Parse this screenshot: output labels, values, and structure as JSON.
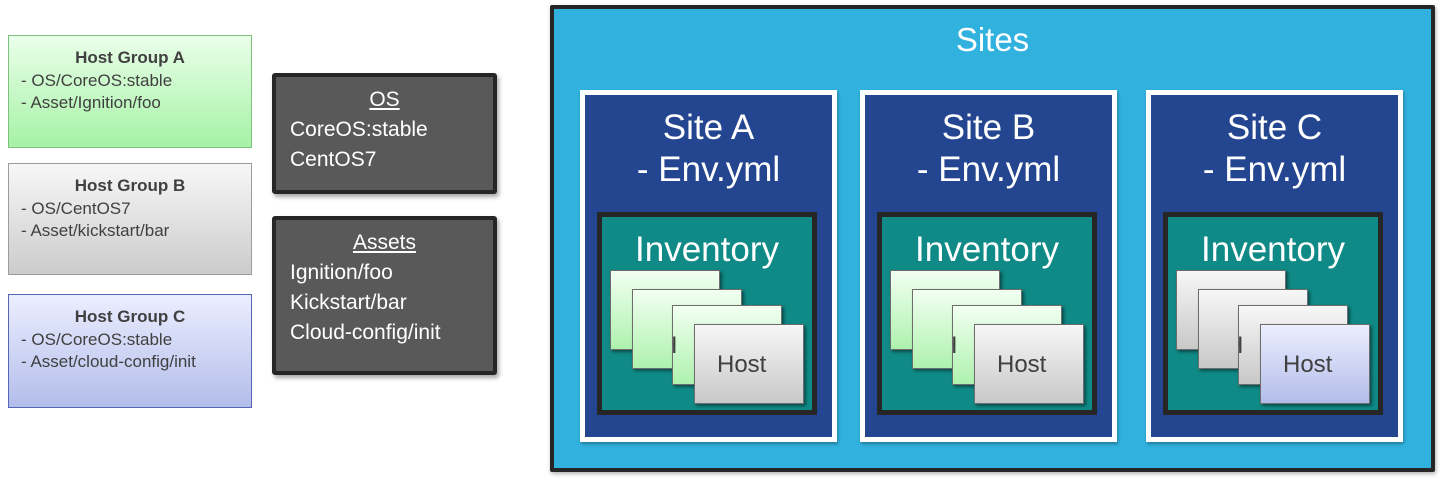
{
  "host_groups": [
    {
      "title": "Host Group A",
      "lines": [
        "- OS/CoreOS:stable",
        "- Asset/Ignition/foo"
      ]
    },
    {
      "title": "Host Group B",
      "lines": [
        "- OS/CentOS7",
        "- Asset/kickstart/bar"
      ]
    },
    {
      "title": "Host Group C",
      "lines": [
        "- OS/CoreOS:stable",
        "- Asset/cloud-config/init"
      ]
    }
  ],
  "os_box": {
    "header": "OS",
    "items": [
      "CoreOS:stable",
      "CentOS7"
    ]
  },
  "assets_box": {
    "header": "Assets",
    "items": [
      "Ignition/foo",
      "Kickstart/bar",
      "Cloud-config/init"
    ]
  },
  "sites": {
    "title": "Sites",
    "items": [
      {
        "name": "Site A",
        "env": "- Env.yml",
        "inventory": "Inventory",
        "host_label": "Host",
        "host_partial": "H",
        "host_color": "green"
      },
      {
        "name": "Site B",
        "env": "- Env.yml",
        "inventory": "Inventory",
        "host_label": "Host",
        "host_partial": "H",
        "host_color": "green"
      },
      {
        "name": "Site C",
        "env": "- Env.yml",
        "inventory": "Inventory",
        "host_label": "Host",
        "host_partial": "H",
        "host_color": "gray-and-blue"
      }
    ]
  },
  "colors": {
    "sites_bg": "#31b1de",
    "site_bg": "#24458f",
    "inventory_bg": "#0f8a86",
    "dark_box": "#595959",
    "host_green": "#aef2ae",
    "host_gray": "#c8c8c8",
    "host_blue": "#b3bde9"
  }
}
